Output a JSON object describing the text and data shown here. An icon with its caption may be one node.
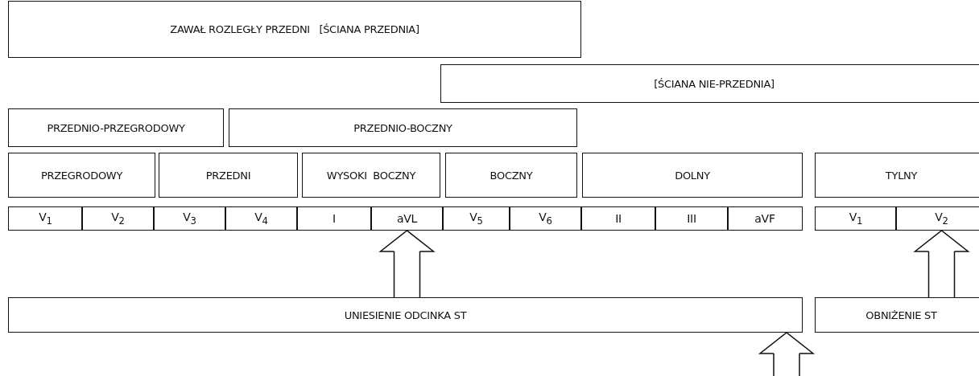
{
  "diagram": {
    "nodes": [
      {
        "text": [
          "ZAWAŁ ROZLEGŁY PRZEDNI   [ŚCIANA PRZEDNIA]"
        ]
      },
      {
        "text": [
          "[ŚCIANA NIE-PRZEDNIA]"
        ]
      },
      {
        "text": [
          "PRZEDNIO-PRZEGRODOWY"
        ]
      },
      {
        "text": [
          "PRZEDNIO-BOCZNY"
        ]
      },
      {
        "text": [
          "PRZEGRODOWY"
        ]
      },
      {
        "text": [
          "PRZEDNI"
        ]
      },
      {
        "text": [
          "WYSOKI  BOCZNY"
        ]
      },
      {
        "text": [
          "BOCZNY"
        ]
      },
      {
        "text": [
          "DOLNY"
        ]
      },
      {
        "text": [
          "TYLNY"
        ]
      },
      {
        "text": [
          "V$_{1}$"
        ]
      },
      {
        "text": [
          "V$_{2}$"
        ]
      },
      {
        "text": [
          "V$_{3}$"
        ]
      },
      {
        "text": [
          "V$_{4}$"
        ]
      },
      {
        "text": [
          "I"
        ]
      },
      {
        "text": [
          "aVL"
        ]
      },
      {
        "text": [
          "V$_{5}$"
        ]
      },
      {
        "text": [
          "V$_{6}$"
        ]
      },
      {
        "text": [
          "II"
        ]
      },
      {
        "text": [
          "III"
        ]
      },
      {
        "text": [
          "aVF"
        ]
      },
      {
        "text": [
          "V$_{1}$"
        ]
      },
      {
        "text": [
          "V$_{2}$"
        ]
      },
      {
        "text": [
          "UNIESIENIE ODCINKA ST"
        ]
      },
      {
        "text": [
          "OBNIŻENIE ST"
        ]
      }
    ],
    "edges": [
      {
        "from": 23,
        "to": 15,
        "arrow": "to"
      },
      {
        "from": 24,
        "to": 22,
        "arrow": "to"
      },
      {
        "from": null,
        "to": 23,
        "arrow": "to"
      }
    ]
  }
}
